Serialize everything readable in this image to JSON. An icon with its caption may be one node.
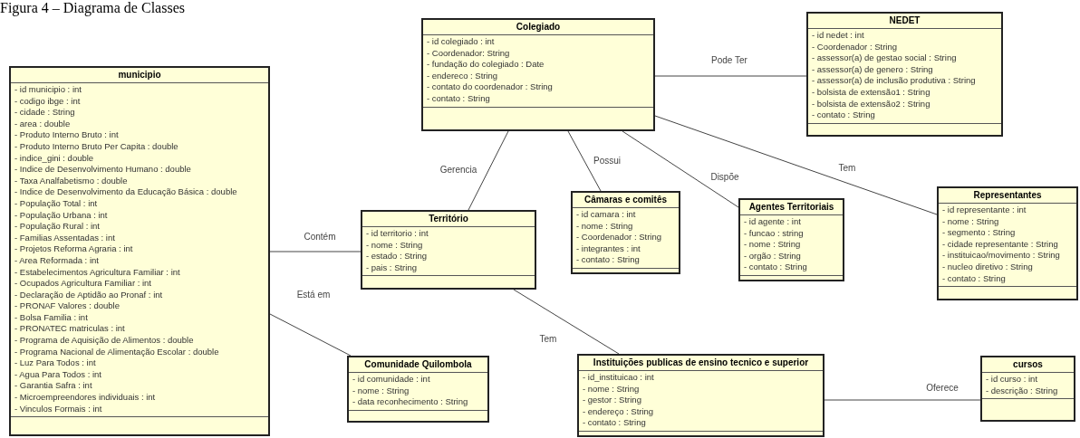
{
  "diagram": {
    "title": "Figura 4 – Diagrama de Classes",
    "nodes": [
      {
        "text": [
          "Colegiado",
          "- id colegiado : int",
          "- Coordenador: String",
          "- fundação do colegiado : Date",
          "- endereco : String",
          "- contato do coordenador : String",
          "- contato : String"
        ]
      },
      {
        "text": [
          "NEDET",
          "- id nedet : int",
          "- Coordenador : String",
          "- assessor(a) de gestao social : String",
          "- assessor(a) de genero : String",
          "- assessor(a) de inclusão produtiva : String",
          "- bolsista de extensão1 : String",
          "- bolsista de extensão2 : String",
          "- contato : String"
        ]
      },
      {
        "text": [
          "municipio",
          "- id municipio : int",
          "- codigo ibge : int",
          "- cidade : String",
          "- area : double",
          "- Produto Interno Bruto : int",
          "- Produto Interno Bruto Per Capita : double",
          "- indice_gini : double",
          "- Indice de Desenvolvimento Humano : double",
          "- Taxa Analfabetismo : double",
          "- Indice de Desenvolvimento da Educação Básica : double",
          "- População Total : int",
          "- População Urbana : int",
          "- População Rural : int",
          "- Familias Assentadas : int",
          "- Projetos Reforma Agraria : int",
          "- Area Reformada : int",
          "- Estabelecimentos Agricultura Familiar : int",
          "- Ocupados Agricultura Familiar : int",
          "- Declaração de Aptidão ao Pronaf : int",
          "- PRONAF Valores : double",
          "- Bolsa Familia : int",
          "- PRONATEC matriculas : int",
          "- Programa de Aquisição de Alimentos : double",
          "- Programa Nacional de Alimentação Escolar : double",
          "- Luz Para Todos : int",
          "- Agua Para Todos : int",
          "- Garantia Safra : int",
          "- Microempreendores individuais : int",
          "- Vinculos Formais : int"
        ]
      },
      {
        "text": [
          "Território",
          "- id territorio : int",
          "- nome : String",
          "- estado : String",
          "- pais : String"
        ]
      },
      {
        "text": [
          "Câmaras e comitês",
          "- id camara : int",
          "- nome : String",
          "- Coordenador : String",
          "- integrantes : int",
          "- contato : String"
        ]
      },
      {
        "text": [
          "Agentes Territoriais",
          "- id agente : int",
          "- funcao : string",
          "- nome : String",
          "- orgão : String",
          "- contato : String"
        ]
      },
      {
        "text": [
          "Representantes",
          "- id representante : int",
          "- nome : String",
          "- segmento : String",
          "- cidade representante : String",
          "- instituicao/movimento : String",
          "- nucleo diretivo : String",
          "- contato : String"
        ]
      },
      {
        "text": [
          "Comunidade Quilombola",
          "- id comunidade : int",
          "- nome : String",
          "- data reconhecimento : String"
        ]
      },
      {
        "text": [
          "Instituições publicas de ensino tecnico e superior",
          "- id_instituicao : int",
          "- nome : String",
          "- gestor : String",
          "- endereço : String",
          "- contato : String"
        ]
      },
      {
        "text": [
          "cursos",
          "- id curso : int",
          "- descrição : String"
        ]
      }
    ],
    "edges": [
      {
        "from": 0,
        "to": 1,
        "arrow": "none",
        "label": "Pode Ter"
      },
      {
        "from": 0,
        "to": 3,
        "arrow": "none",
        "label": "Gerencia"
      },
      {
        "from": 0,
        "to": 4,
        "arrow": "none",
        "label": "Possui"
      },
      {
        "from": 0,
        "to": 5,
        "arrow": "none",
        "label": "Dispõe"
      },
      {
        "from": 0,
        "to": 6,
        "arrow": "none",
        "label": "Tem"
      },
      {
        "from": 2,
        "to": 3,
        "arrow": "none",
        "label": "Contém"
      },
      {
        "from": 2,
        "to": 7,
        "arrow": "none",
        "label": "Está em"
      },
      {
        "from": 3,
        "to": 8,
        "arrow": "none",
        "label": "Tem"
      },
      {
        "from": 8,
        "to": 9,
        "arrow": "none",
        "label": "Oferece"
      }
    ]
  }
}
